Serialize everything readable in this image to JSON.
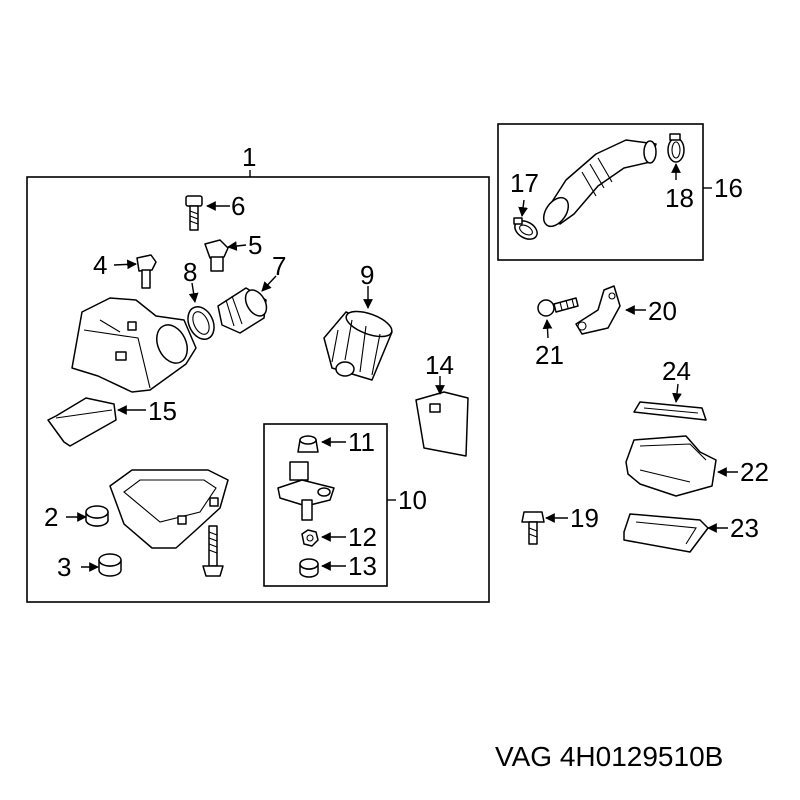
{
  "footer": {
    "brand": "VAG",
    "part_number": "4H0129510B"
  },
  "callouts": {
    "c1": "1",
    "c2": "2",
    "c3": "3",
    "c4": "4",
    "c5": "5",
    "c6": "6",
    "c7": "7",
    "c8": "8",
    "c9": "9",
    "c10": "10",
    "c11": "11",
    "c12": "12",
    "c13": "13",
    "c14": "14",
    "c15": "15",
    "c16": "16",
    "c17": "17",
    "c18": "18",
    "c19": "19",
    "c20": "20",
    "c21": "21",
    "c22": "22",
    "c23": "23",
    "c24": "24"
  },
  "colors": {
    "line": "#000000",
    "background": "#ffffff"
  }
}
